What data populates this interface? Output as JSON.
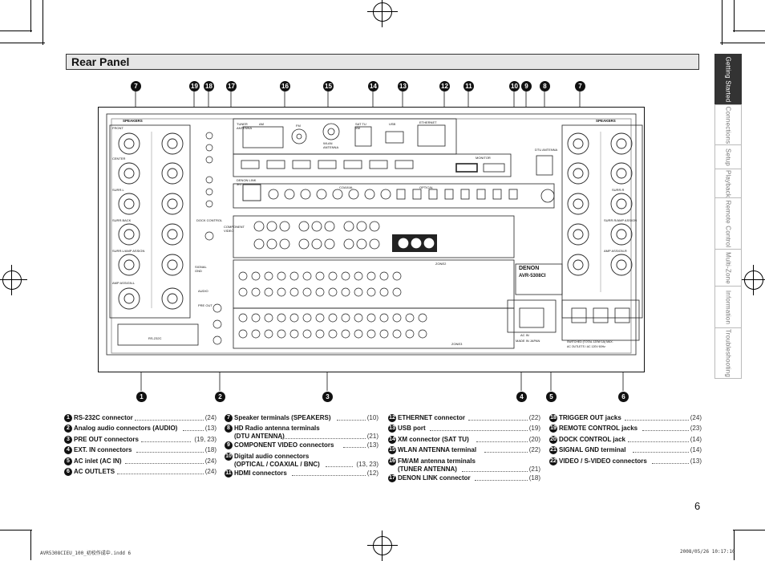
{
  "section_title": "Rear Panel",
  "side_tabs": [
    {
      "label": "Getting Started",
      "active": true
    },
    {
      "label": "Connections",
      "active": false
    },
    {
      "label": "Setup",
      "active": false
    },
    {
      "label": "Playback",
      "active": false
    },
    {
      "label": "Remote Control",
      "active": false
    },
    {
      "label": "Multi-Zone",
      "active": false
    },
    {
      "label": "Information",
      "active": false
    },
    {
      "label": "Troubleshooting",
      "active": false
    }
  ],
  "top_callouts": [
    "7",
    "19",
    "18",
    "17",
    "16",
    "15",
    "14",
    "13",
    "12",
    "11",
    "10",
    "9",
    "8",
    "7"
  ],
  "bottom_callouts": [
    "1",
    "2",
    "3",
    "4",
    "5",
    "6"
  ],
  "panel_labels": {
    "speakers_left": "SPEAKERS",
    "speakers_right": "SPEAKERS",
    "front": "FRONT",
    "center": "CENTER",
    "surr_l": "SURR.L",
    "surr_back": "SURR.BACK",
    "surr_lamp_assign": "SURR.L/AMP ASSIGN",
    "amp_assign_l": "AMP ASSIGN-L",
    "rs232c": "RS-232C",
    "tuner_antenna": "TUNER ANTENNA",
    "am": "AM",
    "fm": "FM",
    "wlan_antenna": "WLAN ANTENNA",
    "sat_tu_xm": "SAT TU XM",
    "usb": "USB",
    "ethernet": "ETHERNET",
    "denon_link": "DENON LINK 3rd",
    "monitor": "MONITOR",
    "coaxial": "COAXIAL",
    "optical": "OPTICAL",
    "dtu_antenna": "DTU ANTENNA",
    "component_video": "COMPONENT VIDEO",
    "dock_control": "DOCK CONTROL",
    "signal_gnd": "SIGNAL GND",
    "audio": "AUDIO",
    "pre_out": "PRE OUT",
    "zone2": "ZONE2",
    "zone3": "ZONE3",
    "denon": "DENON",
    "model": "AVR-5308CI",
    "ac_in": "AC IN",
    "made_in": "MADE IN JAPAN",
    "switched": "SWITCHED (TOTAL 120W 1A) MAX.",
    "ac_outlets": "AC OUTLETS / AC 120V 60Hz",
    "surr_r": "SURR.R",
    "amp_assign_r": "AMP ASSIGN-R",
    "surr_ramp_assign": "SURR.R/AMP ASSIGN"
  },
  "legend_columns": [
    [
      {
        "num": "1",
        "label": "RS-232C connector",
        "page": "(24)"
      },
      {
        "num": "2",
        "label": "Analog audio connectors (AUDIO)",
        "page": "(13)"
      },
      {
        "num": "3",
        "label": "PRE OUT connectors",
        "page": "(19, 23)"
      },
      {
        "num": "4",
        "label": "EXT. IN connectors",
        "page": "(18)"
      },
      {
        "num": "5",
        "label": "AC inlet (AC IN)",
        "page": "(24)"
      },
      {
        "num": "6",
        "label": "AC OUTLETS",
        "page": "(24)"
      }
    ],
    [
      {
        "num": "7",
        "label": "Speaker terminals (SPEAKERS)",
        "page": "(10)"
      },
      {
        "num": "8",
        "label": "HD Radio antenna terminals",
        "label2": "(DTU ANTENNA)",
        "page": "(21)"
      },
      {
        "num": "9",
        "label": "COMPONENT VIDEO connectors",
        "page": "(13)"
      },
      {
        "num": "10",
        "label": "Digital audio connectors",
        "label2": "(OPTICAL / COAXIAL / BNC)",
        "page": "(13, 23)"
      },
      {
        "num": "11",
        "label": "HDMI connectors",
        "page": "(12)"
      }
    ],
    [
      {
        "num": "12",
        "label": "ETHERNET connector",
        "page": "(22)"
      },
      {
        "num": "13",
        "label": "USB port",
        "page": "(19)"
      },
      {
        "num": "14",
        "label": "XM connector (SAT TU)",
        "page": "(20)"
      },
      {
        "num": "15",
        "label": "WLAN ANTENNA terminal",
        "page": "(22)"
      },
      {
        "num": "16",
        "label": "FM/AM antenna terminals",
        "label2": "(TUNER ANTENNA)",
        "page": "(21)"
      },
      {
        "num": "17",
        "label": "DENON LINK connector",
        "page": "(18)"
      }
    ],
    [
      {
        "num": "18",
        "label": "TRIGGER OUT jacks",
        "page": "(24)"
      },
      {
        "num": "19",
        "label": "REMOTE CONTROL jacks",
        "page": "(23)"
      },
      {
        "num": "20",
        "label": "DOCK CONTROL jack",
        "page": "(14)"
      },
      {
        "num": "21",
        "label": "SIGNAL GND terminal",
        "page": "(14)"
      },
      {
        "num": "22",
        "label": "VIDEO / S-VIDEO connectors",
        "page": "(13)"
      }
    ]
  ],
  "page_number": "6",
  "footer_left": "AVR5308CIEU_100_初校作成中.indd 6",
  "footer_right": "2008/05/26 10:17:10"
}
